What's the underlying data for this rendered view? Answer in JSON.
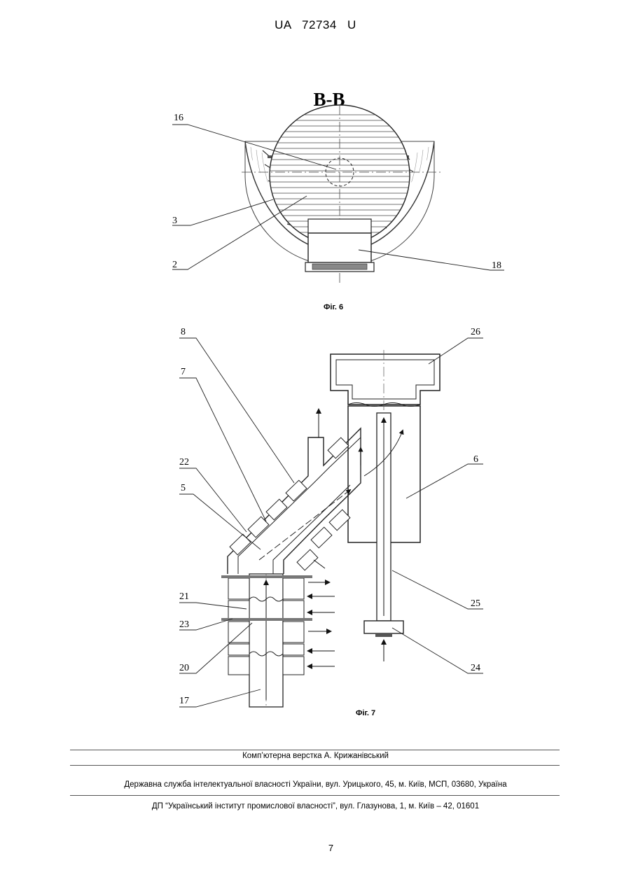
{
  "header": {
    "doc_id": "UA  72734  U"
  },
  "figure6": {
    "section_label": "B-B",
    "caption": "Фіг. 6",
    "labels": {
      "l16": "16",
      "l3": "3",
      "l2": "2",
      "l18": "18"
    }
  },
  "figure7": {
    "caption": "Фіг. 7",
    "labels": {
      "l8": "8",
      "l7": "7",
      "l22": "22",
      "l5": "5",
      "l21": "21",
      "l23": "23",
      "l20": "20",
      "l17": "17",
      "l26": "26",
      "l6": "6",
      "l25": "25",
      "l24": "24"
    }
  },
  "footer": {
    "layout": "Комп’ютерна верстка А. Крижанівський",
    "agency": "Державна служба інтелектуальної власності України, вул. Урицького, 45, м. Київ, МСП, 03680, Україна",
    "institute": "ДП “Український інститут промислової власності”, вул. Глазунова, 1, м. Київ – 42, 01601"
  },
  "page_number": "7"
}
